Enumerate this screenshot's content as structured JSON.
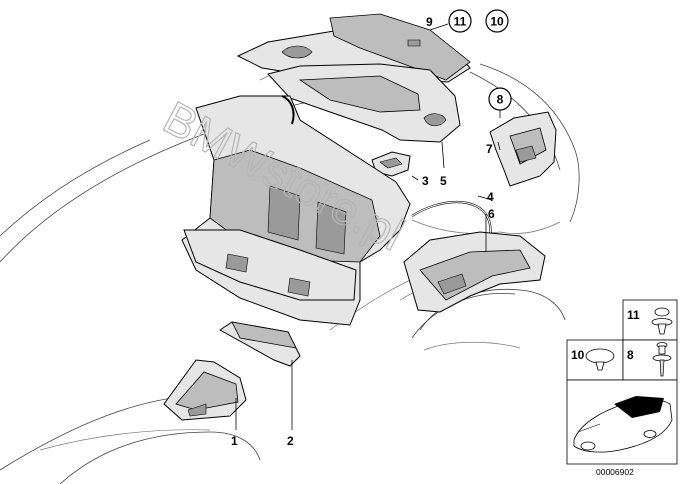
{
  "callouts": {
    "part_1": "1",
    "part_2": "2",
    "part_3": "3",
    "part_4": "4",
    "part_5": "5",
    "part_6": "6",
    "part_7": "7",
    "part_8": "8",
    "part_9": "9",
    "part_10": "10",
    "part_11": "11"
  },
  "inset": {
    "label_11": "11",
    "label_10": "10",
    "label_8": "8"
  },
  "watermark": "BMWstore.pl",
  "diagram_code": "00006902"
}
